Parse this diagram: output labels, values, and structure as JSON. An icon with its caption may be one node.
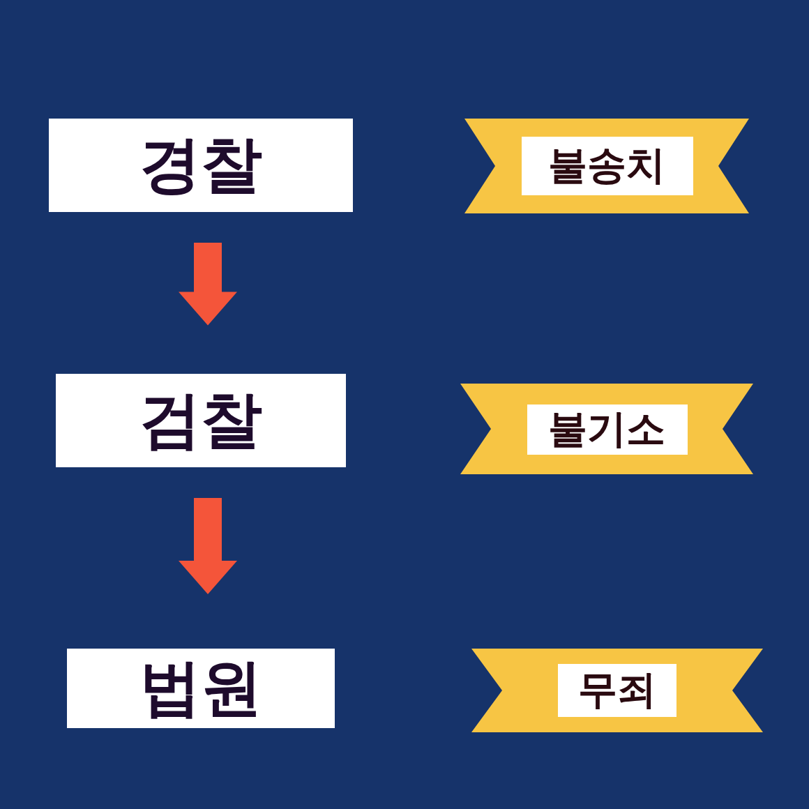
{
  "diagram": {
    "nodes": [
      {
        "text": [
          "경찰"
        ]
      },
      {
        "text": [
          "검찰"
        ]
      },
      {
        "text": [
          "법원"
        ]
      },
      {
        "text": [
          "불송치"
        ]
      },
      {
        "text": [
          "불기소"
        ]
      },
      {
        "text": [
          "무죄"
        ]
      }
    ],
    "edges": [
      {
        "from": 0,
        "to": 1,
        "arrow": "to"
      },
      {
        "from": 1,
        "to": 2,
        "arrow": "to"
      }
    ]
  }
}
